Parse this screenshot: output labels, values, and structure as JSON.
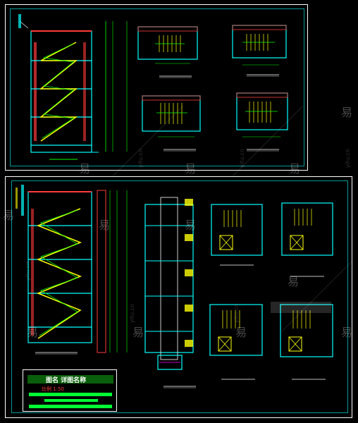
{
  "watermark": {
    "char": "易",
    "brand": "yitu.cn"
  },
  "title_block": {
    "title": "图名 详图名称",
    "subtitle": "比例 1:50"
  },
  "colors": {
    "background": "#000000",
    "frame": "#ffffff",
    "wall": "#00ffff",
    "stair": "#ffff00",
    "grid": "#00ff00",
    "annotation": "#ff3b3b",
    "accent": "#ff00ff"
  }
}
